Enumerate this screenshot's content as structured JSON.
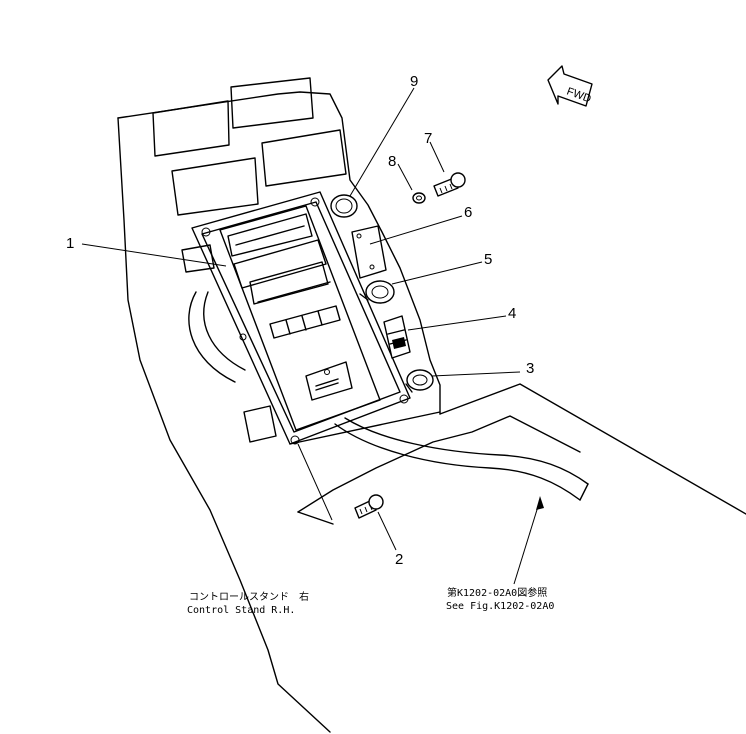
{
  "callouts": {
    "p1": "1",
    "p2": "2",
    "p3": "3",
    "p4": "4",
    "p5": "5",
    "p6": "6",
    "p7": "7",
    "p8": "8",
    "p9": "9"
  },
  "direction_label": "FWD",
  "captions": {
    "control_stand_jp": "コントロールスタンド　右",
    "control_stand_en": "Control  Stand  R.H.",
    "ref_fig_jp": "第K1202-02A0図参照",
    "ref_fig_en": "See Fig.K1202-02A0"
  }
}
